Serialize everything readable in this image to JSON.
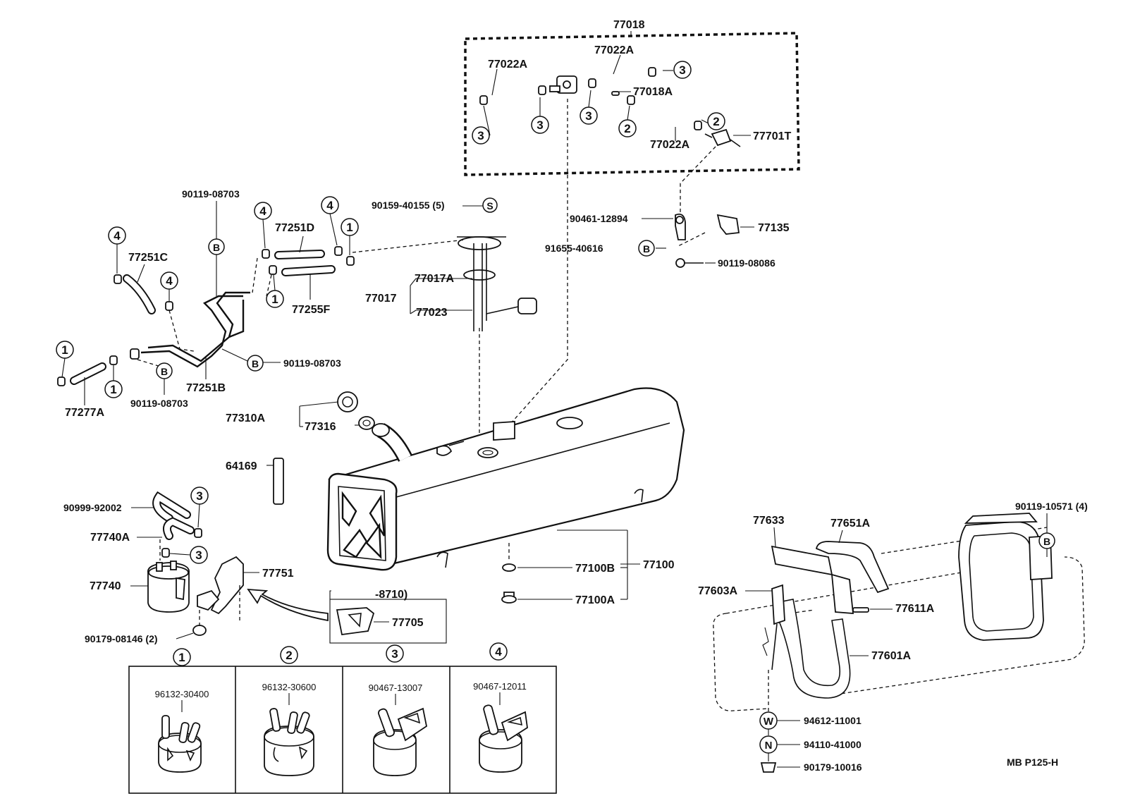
{
  "diagram": {
    "sheet_code": "MB  P125-H",
    "group_77018": "77018",
    "parts": {
      "p77022A_a": "77022A",
      "p77022A_b": "77022A",
      "p77022A_c": "77022A",
      "p77018A": "77018A",
      "p77701T": "77701T",
      "p90461": "90461-12894",
      "p77135": "77135",
      "p91655": "91655-40616",
      "p90119_08086": "90119-08086",
      "p90159": "90159-40155 (5)",
      "p77017A": "77017A",
      "p77017": "77017",
      "p77023": "77023",
      "p90119_08703_a": "90119-08703",
      "p90119_08703_b": "90119-08703",
      "p90119_08703_c": "90119-08703",
      "p77251D": "77251D",
      "p77251C": "77251C",
      "p77255F": "77255F",
      "p77251B": "77251B",
      "p77277A": "77277A",
      "p77310A": "77310A",
      "p77316": "77316",
      "p64169": "64169",
      "p90999": "90999-92002",
      "p77740A": "77740A",
      "p77740": "77740",
      "p77751": "77751",
      "p8710": "-8710)",
      "p77705": "77705",
      "p90179_08146": "90179-08146 (2)",
      "p77100B": "77100B",
      "p77100": "77100",
      "p77100A": "77100A",
      "p77633": "77633",
      "p77651A": "77651A",
      "p90119_10571": "90119-10571 (4)",
      "p77603A": "77603A",
      "p77611A": "77611A",
      "p77601A": "77601A",
      "p94612": "94612-11001",
      "p94110": "94110-41000",
      "p90179_10016": "90179-10016"
    },
    "markers": {
      "one": "1",
      "two": "2",
      "three": "3",
      "four": "4",
      "B": "B",
      "S": "S",
      "W": "W",
      "N": "N"
    },
    "clamp_table": [
      {
        "index": "1",
        "part": "96132-30400"
      },
      {
        "index": "2",
        "part": "96132-30600"
      },
      {
        "index": "3",
        "part": "90467-13007"
      },
      {
        "index": "4",
        "part": "90467-12011"
      }
    ]
  }
}
